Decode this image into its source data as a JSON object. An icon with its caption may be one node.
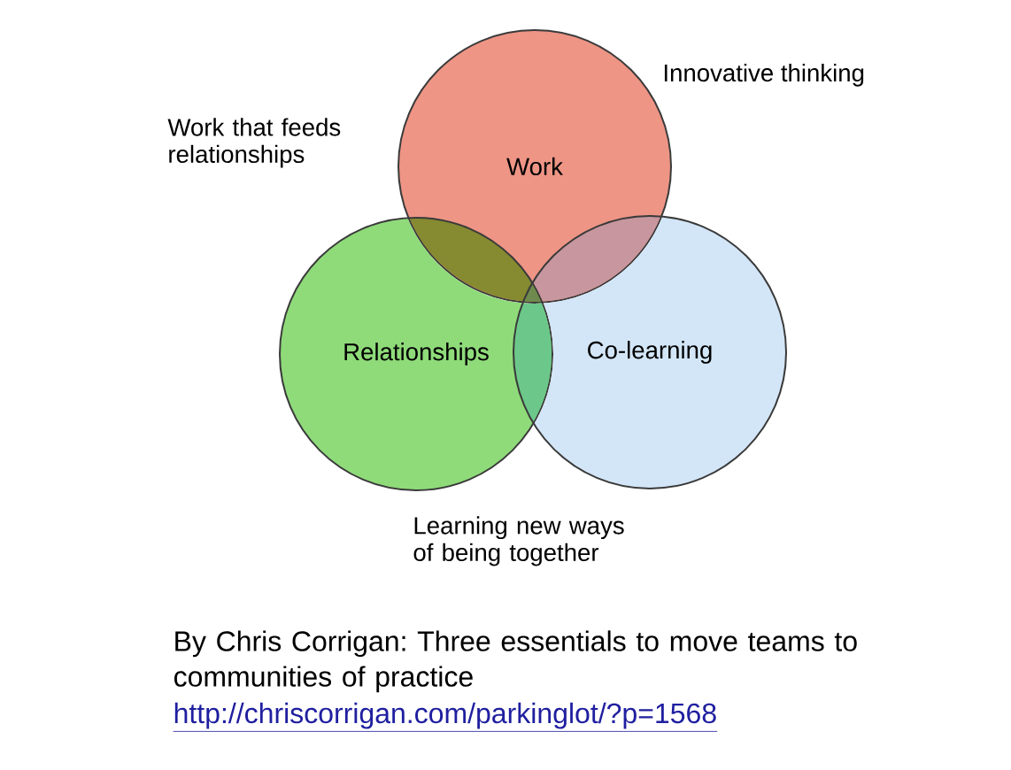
{
  "diagram": {
    "caption": "By Chris Corrigan: Three essentials to move teams to communities of practice",
    "nodes": [
      {
        "text": [
          "Work"
        ]
      },
      {
        "text": [
          "Relationships"
        ]
      },
      {
        "text": [
          "Co-learning"
        ]
      }
    ],
    "labels": [
      "Innovative thinking",
      "Work that feeds relationships",
      "Learning new ways of being together",
      "http://chriscorrigan.com/parkinglot/?p=1568"
    ]
  }
}
